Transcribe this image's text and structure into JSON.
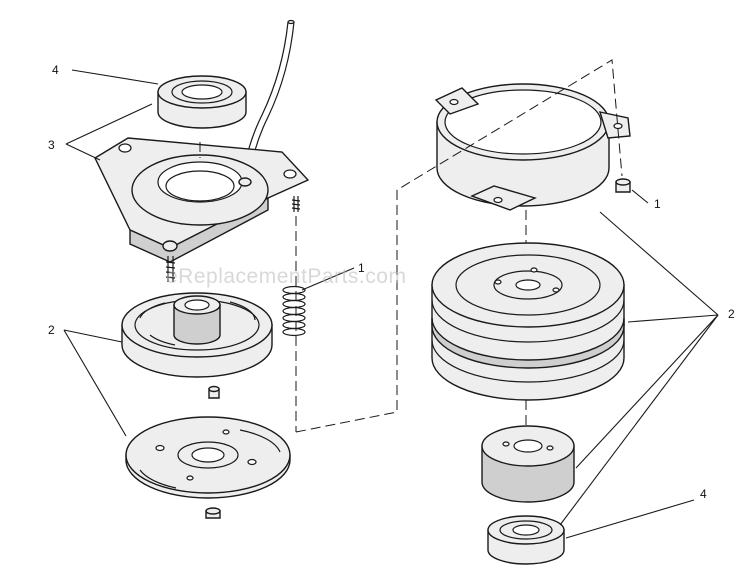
{
  "watermark": "eReplacementParts.com",
  "callouts": {
    "top_left_4": "4",
    "top_left_3": "3",
    "left_2": "2",
    "spring_1": "1",
    "nut_1": "1",
    "right_2": "2",
    "bottom_right_4": "4"
  },
  "colors": {
    "line": "#1a1a1a",
    "part_fill": "#eeeeee",
    "part_shade": "#cfcfcf",
    "watermark": "#b8b8b8"
  }
}
